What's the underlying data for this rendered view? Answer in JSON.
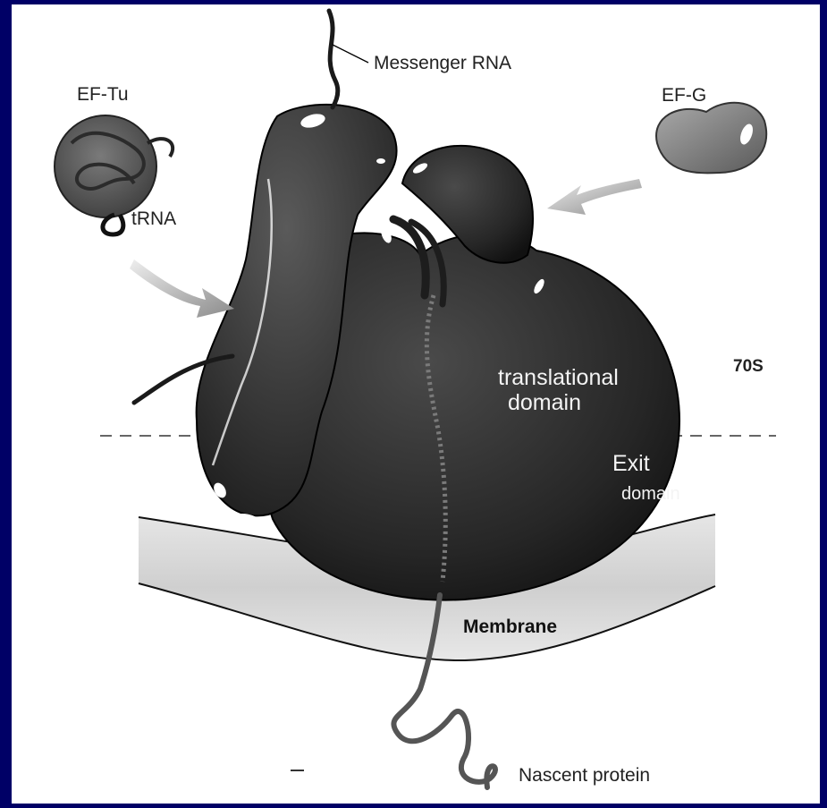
{
  "figure": {
    "labels": {
      "messenger_rna": "Messenger RNA",
      "ef_tu": "EF-Tu",
      "trna": "tRNA",
      "ef_g": "EF-G",
      "seventy_s": "70S",
      "translational_line1": "translational",
      "translational_line2": "domain",
      "exit_line1": "Exit",
      "exit_line2": "domain",
      "membrane": "Membrane",
      "nascent_protein": "Nascent protein"
    }
  },
  "colors": {
    "frame": "#000066",
    "paper": "#ffffff",
    "ribosome": "#2a2a2a",
    "membrane": "#d6d6d6"
  }
}
